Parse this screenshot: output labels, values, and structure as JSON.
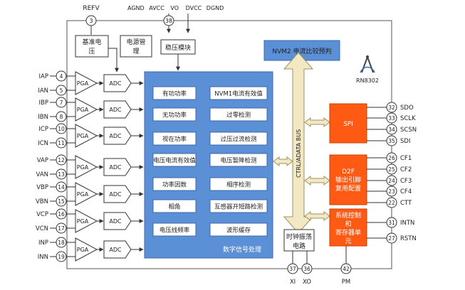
{
  "chip_name": "RN8302",
  "blocks": {
    "vref": "基准电压",
    "power_mgmt": "电源管理",
    "regulator": "稳压模块",
    "nvm2": "NVM2 电流比较预判",
    "dsp_title": "数字信号处理",
    "bus": "CTRL/ADATA BUS",
    "spi": "SPI",
    "d2f": [
      "D2F",
      "输出引脚",
      "复用配置"
    ],
    "sysctrl": [
      "系统控制",
      "和",
      "寄存器单",
      "元"
    ],
    "osc": [
      "时钟振荡",
      "电路"
    ],
    "pga": "PGA",
    "adc": "ADC"
  },
  "dsp_cells": [
    [
      "有功功率",
      "NVM1电流有效值"
    ],
    [
      "无功功率",
      "过零检测"
    ],
    [
      "视在功率",
      "过压过流检测"
    ],
    [
      "电压电流有效值",
      "电压暂降检测"
    ],
    [
      "功率因数",
      "相序检测"
    ],
    [
      "相角",
      "互感器开短路检测"
    ],
    [
      "电压线频率",
      "波形缓存"
    ]
  ],
  "top_pins": {
    "refv": {
      "name": "REFV",
      "num": "3"
    },
    "group_labels": [
      "AGND",
      "AVCC",
      "VO",
      "DVCC",
      "DGND"
    ],
    "vo_num": "38"
  },
  "left_inputs": [
    {
      "p": {
        "name": "IAP",
        "num": "4"
      },
      "n": {
        "name": "IAN",
        "num": "5"
      }
    },
    {
      "p": {
        "name": "IBP",
        "num": "7"
      },
      "n": {
        "name": "IBN",
        "num": "8"
      }
    },
    {
      "p": {
        "name": "ICP",
        "num": "10"
      },
      "n": {
        "name": "ICN",
        "num": "11"
      }
    },
    {
      "p": {
        "name": "VAP",
        "num": "12"
      },
      "n": {
        "name": "VAN",
        "num": "13"
      }
    },
    {
      "p": {
        "name": "VBP",
        "num": "14"
      },
      "n": {
        "name": "VBN",
        "num": "15"
      }
    },
    {
      "p": {
        "name": "VCP",
        "num": "16"
      },
      "n": {
        "name": "VCN",
        "num": "17"
      }
    },
    {
      "p": {
        "name": "INP",
        "num": "18"
      },
      "n": {
        "name": "INN",
        "num": "19"
      }
    }
  ],
  "right_pins": [
    {
      "num": "32",
      "name": "SDO"
    },
    {
      "num": "33",
      "name": "SCLK"
    },
    {
      "num": "34",
      "name": "SCSN"
    },
    {
      "num": "35",
      "name": "SDI"
    },
    {
      "num": "26",
      "name": "CF1"
    },
    {
      "num": "25",
      "name": "CF2"
    },
    {
      "num": "24",
      "name": "CF3"
    },
    {
      "num": "23",
      "name": "CF4"
    },
    {
      "num": "22",
      "name": "CTT"
    },
    {
      "num": "31",
      "name": "INTN"
    },
    {
      "num": "27",
      "name": "RSTN"
    }
  ],
  "bottom_pins": [
    {
      "num": "37",
      "name": "XI"
    },
    {
      "num": "36",
      "name": "XO"
    },
    {
      "num": "42",
      "name": "PM"
    }
  ],
  "colors": {
    "dsp_blue": "#5b8fd6",
    "block_orange": "#ff5a14",
    "bus_fill": "#f2e8c4",
    "bus_stroke": "#a09060",
    "line": "#333333"
  }
}
